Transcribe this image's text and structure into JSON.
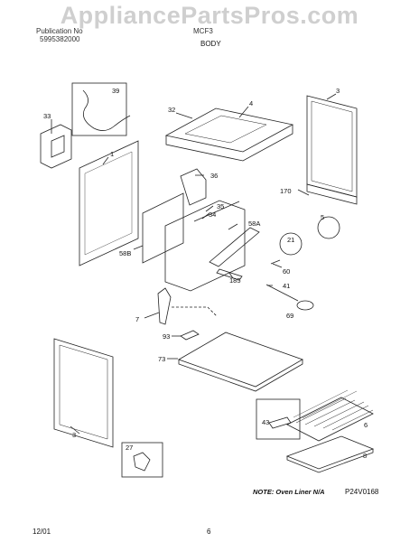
{
  "watermark": "AppliancePartsPros.com",
  "header": {
    "left_line1": "Publication No",
    "left_line2": "5995382000",
    "model": "MCF3",
    "section": "BODY"
  },
  "callouts": [
    "39",
    "33",
    "1",
    "32",
    "4",
    "3",
    "36",
    "35",
    "34",
    "170",
    "5",
    "58A",
    "58B",
    "21",
    "60",
    "185",
    "41",
    "7",
    "69",
    "93",
    "73",
    "3",
    "27",
    "43",
    "6",
    "8"
  ],
  "footer": {
    "note": "NOTE: Oven Liner N/A",
    "diagram_code": "P24V0168",
    "date": "12/01",
    "page": "6"
  }
}
